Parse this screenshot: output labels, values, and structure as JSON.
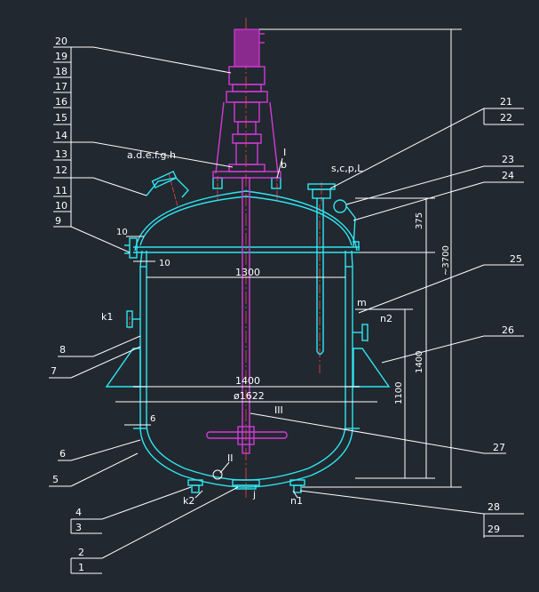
{
  "part_numbers": {
    "left_upper": [
      "20",
      "19",
      "18",
      "17",
      "16",
      "15",
      "14",
      "13",
      "12",
      "11",
      "10",
      "9"
    ],
    "left_lower": [
      "8",
      "7",
      "6",
      "5",
      "4",
      "3",
      "2",
      "1"
    ],
    "right": [
      "21",
      "22",
      "23",
      "24",
      "25",
      "26",
      "27",
      "28",
      "29"
    ]
  },
  "nozzle_labels": {
    "top_left_group": "a.d.e.f.g.h",
    "top_right_group": "s,c,p,L",
    "section_I": "I",
    "nozzle_b": "b",
    "section_II": "II",
    "section_III": "III",
    "k1": "k1",
    "n2": "n2",
    "m": "m",
    "k2": "k2",
    "j": "j",
    "n1": "n1"
  },
  "dimensions": {
    "d10_top": "10",
    "d10_flange": "10",
    "d1300": "1300",
    "d1400": "1400",
    "d1622": "ø1622",
    "d6": "6",
    "d375": "375",
    "d1400_right": "1400",
    "d1100": "1100",
    "d3700": "~3700"
  },
  "colors": {
    "background": "#212830",
    "vessel": "#2ee6f0",
    "agitator": "#d33ad6",
    "centerline": "#e04040",
    "annotation": "#ffffff"
  }
}
